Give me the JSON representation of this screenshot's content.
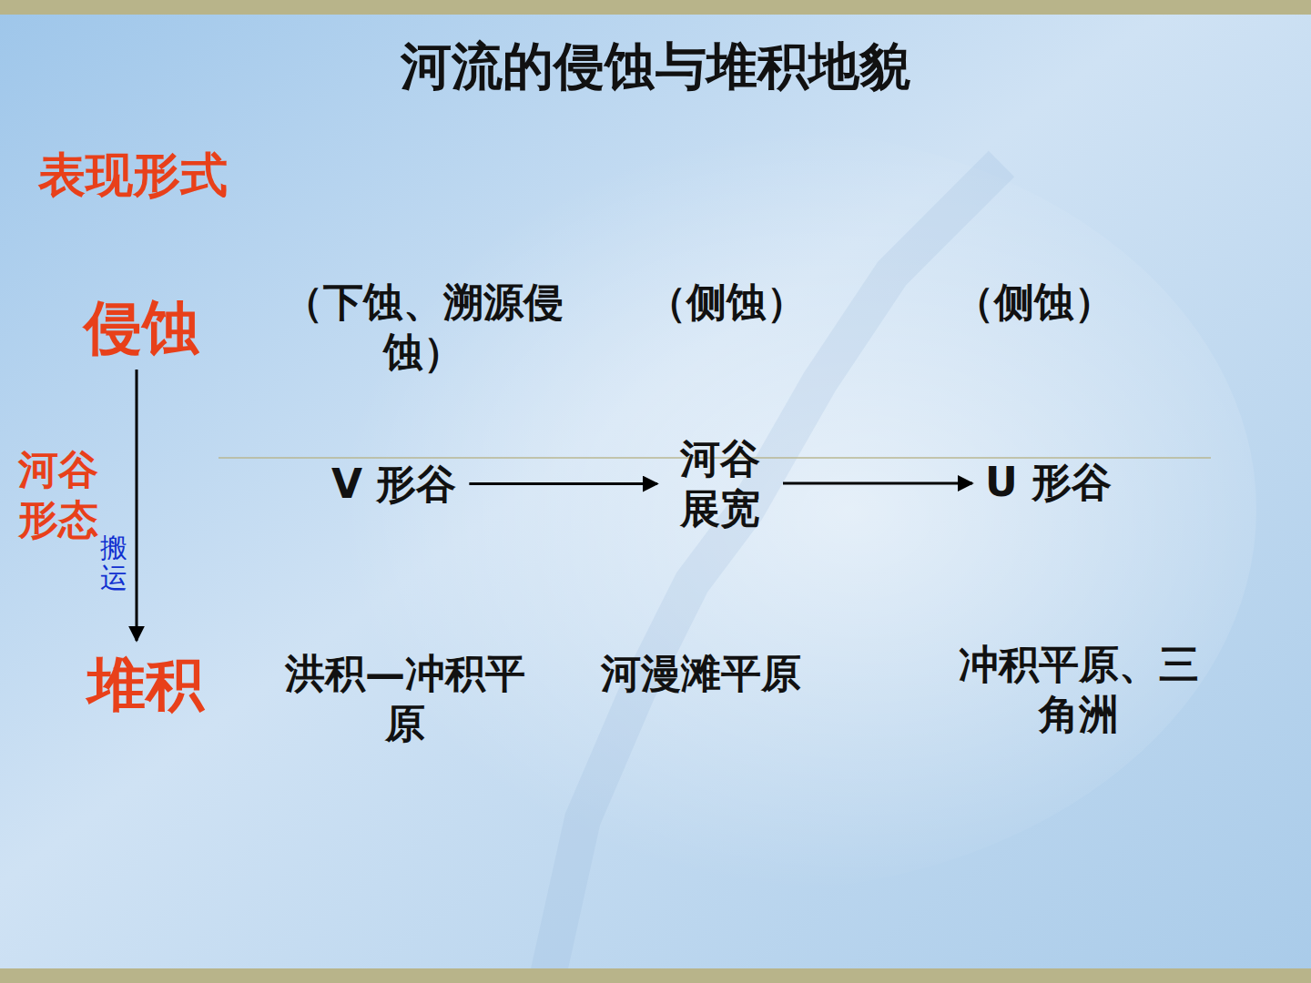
{
  "diagram": {
    "title": "河流的侵蚀与堆积地貌",
    "nodes": [
      {
        "text": [
          "侵蚀"
        ]
      },
      {
        "text": [
          "堆积"
        ]
      },
      {
        "text": [
          "V 形谷"
        ]
      },
      {
        "text": [
          "河谷 展宽"
        ]
      },
      {
        "text": [
          "U 形谷"
        ]
      }
    ],
    "edges": [
      {
        "from": 0,
        "to": 1,
        "label": "搬运",
        "arrow": "to"
      },
      {
        "from": 2,
        "to": 3,
        "arrow": "to"
      },
      {
        "from": 3,
        "to": 4,
        "arrow": "to"
      }
    ],
    "labels": [
      "表现形式",
      "（下蚀、溯源侵蚀）",
      "（侧蚀）",
      "（侧蚀）",
      "河谷形态",
      "洪积—冲积平原",
      "河漫滩平原",
      "冲积平原、三角洲"
    ]
  }
}
